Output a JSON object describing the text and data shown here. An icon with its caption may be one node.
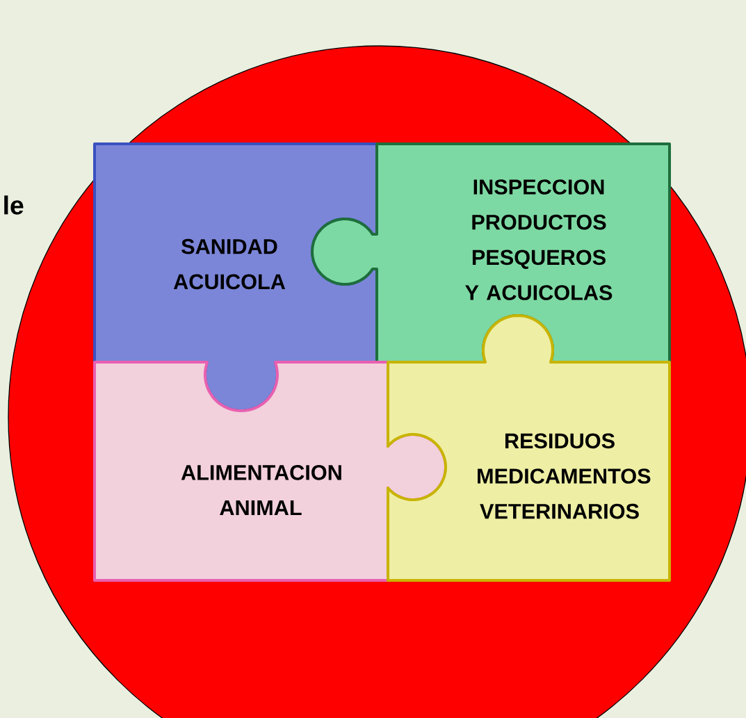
{
  "diagram": {
    "nodes": [
      {
        "text": [],
        "shape": "circle"
      },
      {
        "text": [
          "SANIDAD ACUICOLA"
        ],
        "in": 0
      },
      {
        "text": [
          "INSPECCION PRODUCTOS PESQUEROS Y ACUICOLAS"
        ],
        "in": 0
      },
      {
        "text": [
          "ALIMENTACION ANIMAL"
        ],
        "in": 0
      },
      {
        "text": [
          "RESIDUOS MEDICAMENTOS VETERINARIOS"
        ],
        "in": 0
      }
    ],
    "labels": [
      "le"
    ]
  }
}
